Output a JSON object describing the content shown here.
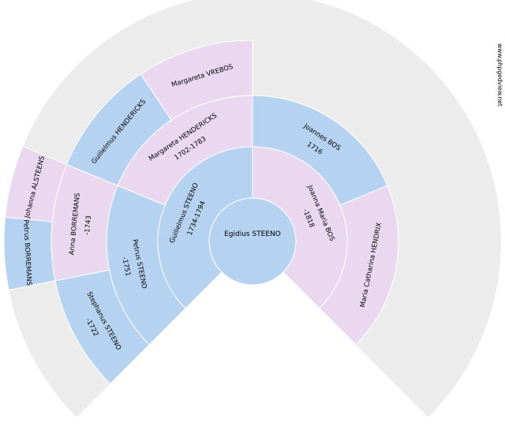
{
  "colors": {
    "male": "#b6d2f1",
    "female": "#ead7f0",
    "empty": "#ececec",
    "stroke": "#ffffff"
  },
  "watermark": "www.phpgedview.net",
  "root": {
    "name": "Egidius STEENO",
    "dates": ""
  },
  "gen1": [
    {
      "name": "Guilielmus STEENO",
      "dates": "1734-1794",
      "sex": "M"
    },
    {
      "name": "Joanna Maria BOS",
      "dates": "-1818",
      "sex": "F"
    }
  ],
  "gen2": [
    {
      "name": "Petrus STEENO",
      "dates": "-1751",
      "sex": "M"
    },
    {
      "name": "Margareta HENDERICKS",
      "dates": "1702-1783",
      "sex": "F"
    },
    {
      "name": "Joannes BOS",
      "dates": "1716",
      "sex": "M"
    },
    {
      "name": "Maria Catharina HENDRIX",
      "dates": "",
      "sex": "F"
    }
  ],
  "gen3": [
    {
      "name": "Stephanus STEENO",
      "dates": "-1722",
      "sex": "M"
    },
    {
      "name": "Anna BORREMANS",
      "dates": "-1743",
      "sex": "F"
    },
    {
      "name": "Guilielmus HENDERICKS",
      "dates": "",
      "sex": "M"
    },
    {
      "name": "Margareta VREBOS",
      "dates": "",
      "sex": "F"
    }
  ],
  "gen4": [
    {
      "name": "Petrus BORREMANS",
      "dates": "",
      "sex": "M"
    },
    {
      "name": "Johanna ALSTEENS",
      "dates": "",
      "sex": "F"
    }
  ]
}
